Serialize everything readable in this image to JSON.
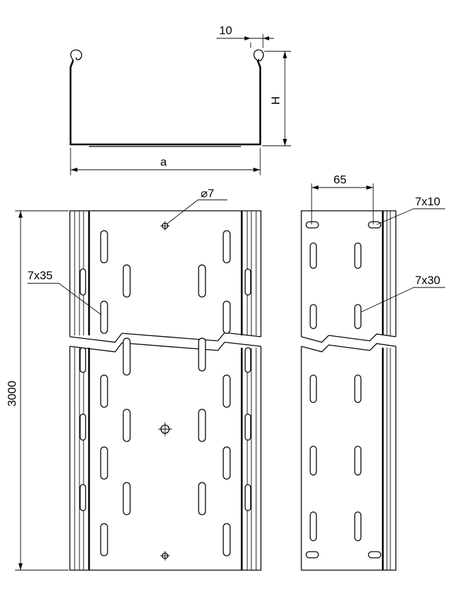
{
  "labels": {
    "width_a": "a",
    "height_h": "H",
    "lip_10": "10",
    "hole_diameter": "⌀7",
    "slot_7x35": "7x35",
    "length_3000": "3000",
    "spacing_65": "65",
    "slot_7x10": "7x10",
    "slot_7x30": "7x30"
  }
}
